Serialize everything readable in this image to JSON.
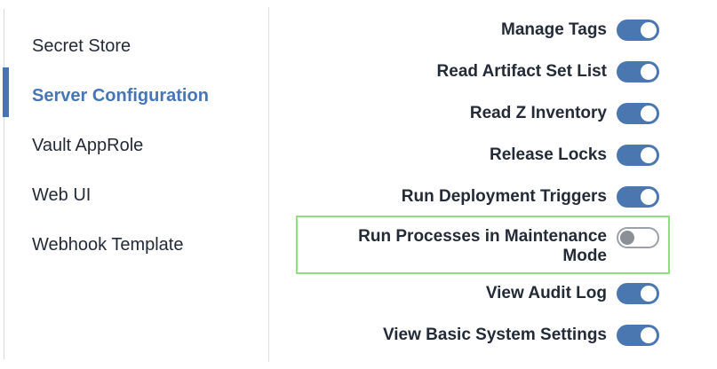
{
  "sidebar": {
    "items": [
      {
        "label": "Secret Store",
        "active": false
      },
      {
        "label": "Server Configuration",
        "active": true
      },
      {
        "label": "Vault AppRole",
        "active": false
      },
      {
        "label": "Web UI",
        "active": false
      },
      {
        "label": "Webhook Template",
        "active": false
      }
    ]
  },
  "permissions": {
    "rows": [
      {
        "label": "Manage Tags",
        "enabled": true,
        "highlighted": false
      },
      {
        "label": "Read Artifact Set List",
        "enabled": true,
        "highlighted": false
      },
      {
        "label": "Read Z Inventory",
        "enabled": true,
        "highlighted": false
      },
      {
        "label": "Release Locks",
        "enabled": true,
        "highlighted": false
      },
      {
        "label": "Run Deployment Triggers",
        "enabled": true,
        "highlighted": false
      },
      {
        "label": "Run Processes in Maintenance Mode",
        "enabled": false,
        "highlighted": true
      },
      {
        "label": "View Audit Log",
        "enabled": true,
        "highlighted": false
      },
      {
        "label": "View Basic System Settings",
        "enabled": true,
        "highlighted": false
      }
    ]
  },
  "colors": {
    "accent_blue": "#4676b4",
    "toggle_on": "#4b77b1",
    "toggle_off_border": "#9aa1a8",
    "toggle_off_knob": "#8a9096",
    "highlight_green": "#8ee07e",
    "text_dark": "#232b37",
    "divider_gray": "#e0e0e0"
  }
}
